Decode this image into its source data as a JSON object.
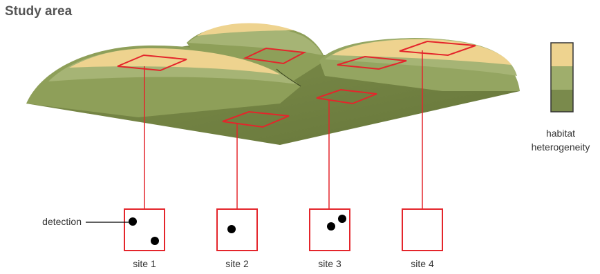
{
  "title": "Study area",
  "legend": {
    "line1": "habitat",
    "line2": "heterogeneity",
    "colors": [
      "#eed38f",
      "#9fae6c",
      "#7a8a4c"
    ]
  },
  "detection_label": "detection",
  "sites": [
    {
      "label": "site 1",
      "detections": 2
    },
    {
      "label": "site 2",
      "detections": 1
    },
    {
      "label": "site 3",
      "detections": 2
    },
    {
      "label": "site 4",
      "detections": 0
    }
  ],
  "colors": {
    "outline": "#e4252b",
    "terrain_dark": "#6f7f42",
    "terrain_mid": "#94a561",
    "terrain_light": "#eed38f",
    "title": "#555555"
  }
}
